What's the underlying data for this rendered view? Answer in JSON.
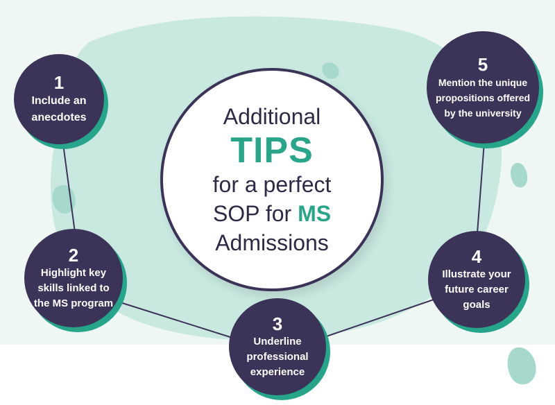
{
  "center": {
    "line1": "Additional",
    "highlight": "TIPS",
    "line3": "for a perfect",
    "line4_prefix": "SOP for ",
    "line4_accent": "MS",
    "line5": "Admissions"
  },
  "tips": [
    {
      "number": "1",
      "text": "Include an anecdotes"
    },
    {
      "number": "2",
      "text": "Highlight key skills linked to the MS program"
    },
    {
      "number": "3",
      "text": "Underline professional experience"
    },
    {
      "number": "4",
      "text": "Illustrate your future career goals"
    },
    {
      "number": "5",
      "text": "Mention the unique propositions offered by the university"
    }
  ],
  "colors": {
    "navy": "#3b3358",
    "teal": "#2aa58a",
    "mint": "#c8e8e0",
    "background": "#eff7f4"
  }
}
